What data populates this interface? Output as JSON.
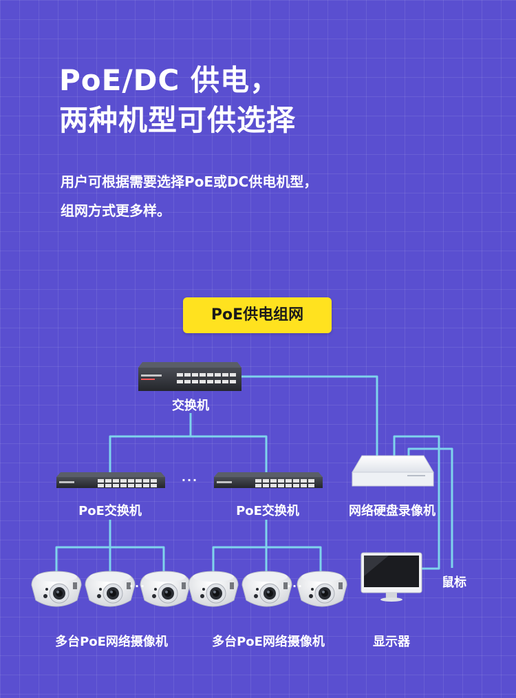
{
  "title": {
    "line1": "PoE/DC 供电，",
    "line2": "两种机型可供选择"
  },
  "subtitle": {
    "line1": "用户可根据需要选择PoE或DC供电机型，",
    "line2": "组网方式更多样。"
  },
  "badge": "PoE供电组网",
  "nodes": {
    "switch": "交换机",
    "poe_switch_left": "PoE交换机",
    "poe_switch_right": "PoE交换机",
    "nvr": "网络硬盘录像机",
    "mouse": "鼠标",
    "cameras_left": "多台PoE网络摄像机",
    "cameras_right": "多台PoE网络摄像机",
    "monitor": "显示器",
    "ellipsis": "···"
  },
  "colors": {
    "background": "#5a4fd0",
    "connector": "#7fd3ec",
    "badge": "#ffe21f"
  }
}
